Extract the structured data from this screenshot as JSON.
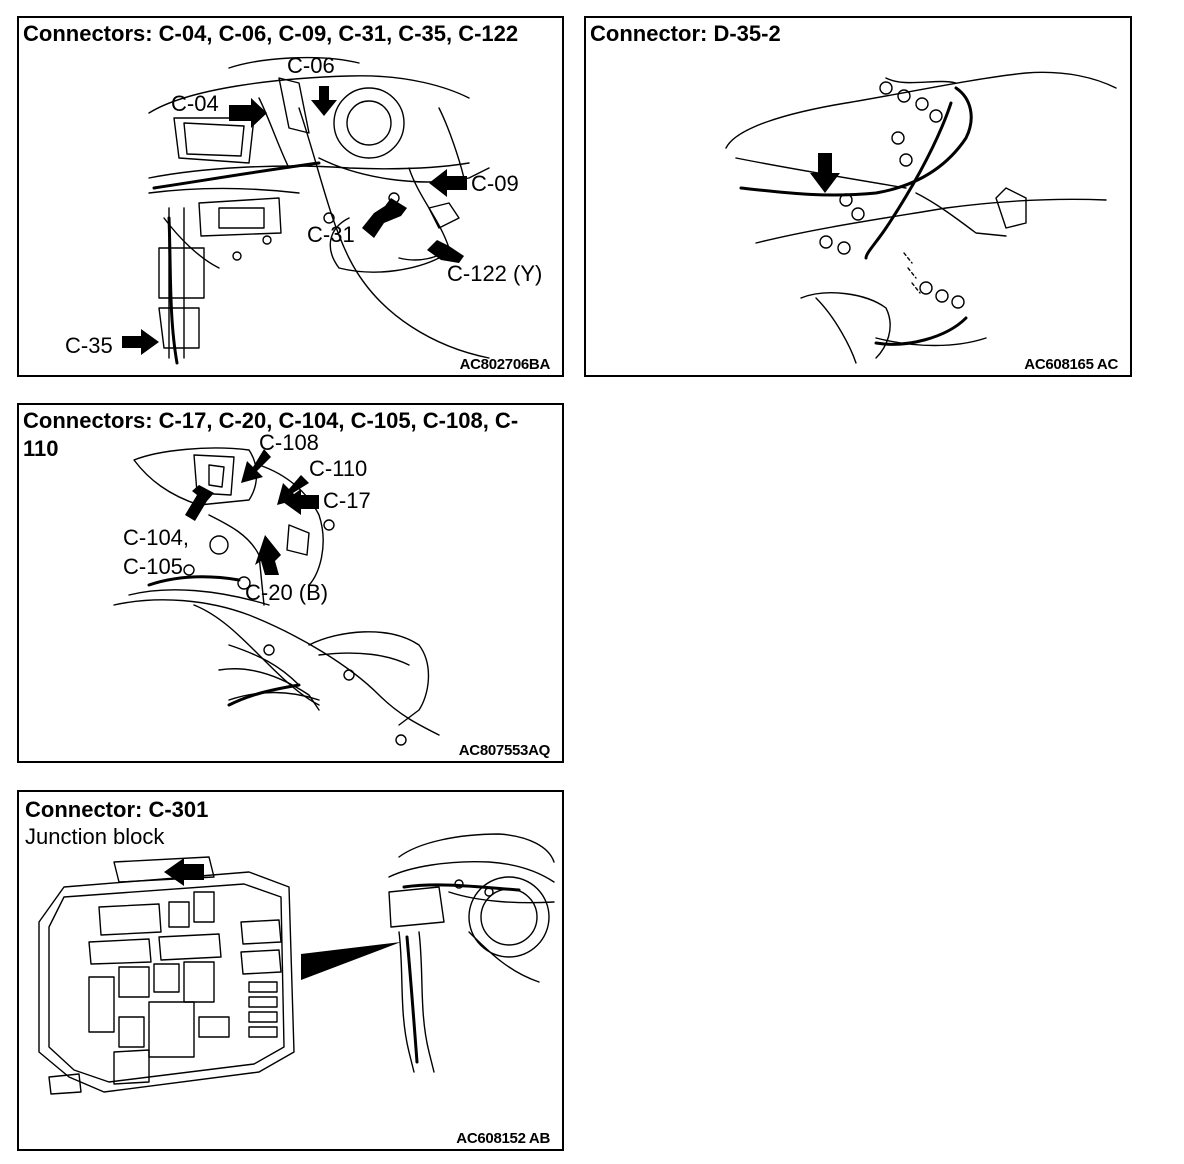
{
  "panels": [
    {
      "title": "Connectors: C-04, C-06, C-09, C-31, C-35, C-122",
      "code": "AC802706BA",
      "labels": [
        "C-06",
        "C-04",
        "C-09",
        "C-31",
        "C-122 (Y)",
        "C-35"
      ]
    },
    {
      "title": "Connector: D-35-2",
      "code": "AC608165 AC",
      "labels": []
    },
    {
      "title": "Connectors: C-17, C-20, C-104, C-105, C-108, C-110",
      "code": "AC807553AQ",
      "labels": [
        "C-108",
        "C-110",
        "C-17",
        "C-104,",
        "C-105",
        "C-20 (B)"
      ]
    },
    {
      "title": "Connector: C-301",
      "subtitle": "Junction block",
      "code": "AC608152 AB",
      "labels": []
    }
  ]
}
